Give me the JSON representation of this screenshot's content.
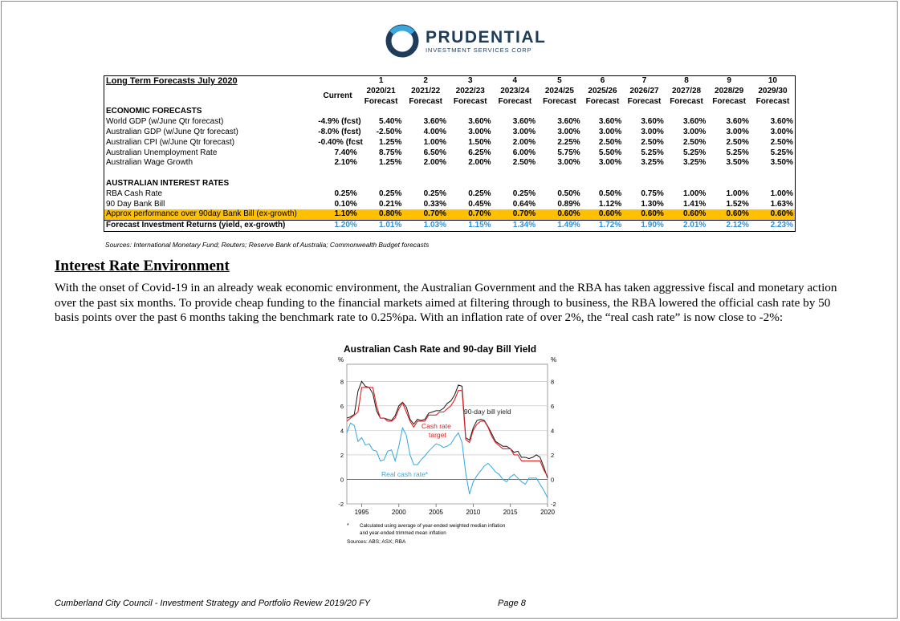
{
  "logo": {
    "name": "PRUDENTIAL",
    "subtitle": "INVESTMENT SERVICES CORP",
    "colors": {
      "ring_dark": "#1f3c5a",
      "ring_light": "#3aa6dd"
    }
  },
  "forecast_table": {
    "title": "Long Term Forecasts July 2020",
    "current_label": "Current",
    "periods": [
      {
        "num": "1",
        "year": "2020/21",
        "label": "Forecast"
      },
      {
        "num": "2",
        "year": "2021/22",
        "label": "Forecast"
      },
      {
        "num": "3",
        "year": "2022/23",
        "label": "Forecast"
      },
      {
        "num": "4",
        "year": "2023/24",
        "label": "Forecast"
      },
      {
        "num": "5",
        "year": "2024/25",
        "label": "Forecast"
      },
      {
        "num": "6",
        "year": "2025/26",
        "label": "Forecast"
      },
      {
        "num": "7",
        "year": "2026/27",
        "label": "Forecast"
      },
      {
        "num": "8",
        "year": "2027/28",
        "label": "Forecast"
      },
      {
        "num": "9",
        "year": "2028/29",
        "label": "Forecast"
      },
      {
        "num": "10",
        "year": "2029/30",
        "label": "Forecast"
      }
    ],
    "section_economic": "ECONOMIC FORECASTS",
    "economic_rows": [
      {
        "label": "World GDP (w/June Qtr forecast)",
        "current": "-4.9% (fcst)",
        "values": [
          "5.40%",
          "3.60%",
          "3.60%",
          "3.60%",
          "3.60%",
          "3.60%",
          "3.60%",
          "3.60%",
          "3.60%",
          "3.60%"
        ]
      },
      {
        "label": "Australian GDP (w/June Qtr forecast)",
        "current": "-8.0% (fcst)",
        "values": [
          "-2.50%",
          "4.00%",
          "3.00%",
          "3.00%",
          "3.00%",
          "3.00%",
          "3.00%",
          "3.00%",
          "3.00%",
          "3.00%"
        ]
      },
      {
        "label": "Australian CPI (w/June Qtr forecast)",
        "current": "-0.40% (fcst",
        "values": [
          "1.25%",
          "1.00%",
          "1.50%",
          "2.00%",
          "2.25%",
          "2.50%",
          "2.50%",
          "2.50%",
          "2.50%",
          "2.50%"
        ]
      },
      {
        "label": "Australian Unemployment Rate",
        "current": "7.40%",
        "values": [
          "8.75%",
          "6.50%",
          "6.25%",
          "6.00%",
          "5.75%",
          "5.50%",
          "5.25%",
          "5.25%",
          "5.25%",
          "5.25%"
        ]
      },
      {
        "label": "Australian Wage Growth",
        "current": "2.10%",
        "values": [
          "1.25%",
          "2.00%",
          "2.00%",
          "2.50%",
          "3.00%",
          "3.00%",
          "3.25%",
          "3.25%",
          "3.50%",
          "3.50%"
        ]
      }
    ],
    "section_interest": "AUSTRALIAN INTEREST RATES",
    "interest_rows": [
      {
        "label": "RBA Cash Rate",
        "current": "0.25%",
        "values": [
          "0.25%",
          "0.25%",
          "0.25%",
          "0.25%",
          "0.50%",
          "0.50%",
          "0.75%",
          "1.00%",
          "1.00%",
          "1.00%"
        ]
      },
      {
        "label": "90 Day Bank Bill",
        "current": "0.10%",
        "values": [
          "0.21%",
          "0.33%",
          "0.45%",
          "0.64%",
          "0.89%",
          "1.12%",
          "1.30%",
          "1.41%",
          "1.52%",
          "1.63%"
        ]
      }
    ],
    "approx_row": {
      "label": "Approx performance over 90day Bank Bill (ex-growth)",
      "current": "1.10%",
      "values": [
        "0.80%",
        "0.70%",
        "0.70%",
        "0.70%",
        "0.60%",
        "0.60%",
        "0.60%",
        "0.60%",
        "0.60%",
        "0.60%"
      ]
    },
    "returns_row": {
      "label": "Forecast Investment Returns (yield, ex-growth)",
      "current": "1.20%",
      "values": [
        "1.01%",
        "1.03%",
        "1.15%",
        "1.34%",
        "1.49%",
        "1.72%",
        "1.90%",
        "2.01%",
        "2.12%",
        "2.23%"
      ]
    },
    "sources": "Sources: International Monetary Fund; Reuters; Reserve Bank of Australia; Commonwealth Budget forecasts",
    "colors": {
      "approx_bg": "#ffc000",
      "returns_text": "#2f8fd8"
    }
  },
  "section": {
    "heading": "Interest Rate Environment",
    "paragraph": "With the onset of Covid-19 in an already weak economic environment, the Australian Government and the RBA has taken aggressive fiscal and monetary action over the past six months.  To provide cheap funding to the financial markets aimed at filtering through to business, the RBA lowered the official cash rate by 50 basis points over the past 6 months taking the benchmark rate to 0.25%pa.  With an inflation rate of over 2%, the “real cash rate” is now close to -2%:"
  },
  "chart_data": {
    "type": "line",
    "title": "Australian Cash Rate and 90-day Bill Yield",
    "ylabel_left": "%",
    "ylabel_right": "%",
    "xlim": [
      1993,
      2020
    ],
    "ylim": [
      -2,
      9
    ],
    "x_ticks": [
      1995,
      2000,
      2005,
      2010,
      2015,
      2020
    ],
    "y_ticks": [
      -2,
      0,
      2,
      4,
      6,
      8
    ],
    "grid": true,
    "series": [
      {
        "name": "90-day bill yield",
        "color": "#1a1a1a",
        "x": [
          1993.0,
          1993.5,
          1994.0,
          1994.5,
          1995.0,
          1995.5,
          1996.0,
          1996.5,
          1997.0,
          1997.5,
          1998.0,
          1998.5,
          1999.0,
          1999.5,
          2000.0,
          2000.5,
          2001.0,
          2001.5,
          2002.0,
          2002.5,
          2003.0,
          2003.5,
          2004.0,
          2004.5,
          2005.0,
          2005.5,
          2006.0,
          2006.5,
          2007.0,
          2007.5,
          2008.0,
          2008.5,
          2009.0,
          2009.5,
          2010.0,
          2010.5,
          2011.0,
          2011.5,
          2012.0,
          2012.5,
          2013.0,
          2013.5,
          2014.0,
          2014.5,
          2015.0,
          2015.5,
          2016.0,
          2016.5,
          2017.0,
          2017.5,
          2018.0,
          2018.5,
          2019.0,
          2019.5,
          2020.0
        ],
        "y": [
          5.0,
          5.1,
          5.3,
          7.2,
          8.0,
          7.6,
          7.5,
          7.0,
          5.6,
          5.0,
          5.0,
          4.9,
          4.8,
          5.2,
          6.0,
          6.3,
          5.9,
          4.9,
          4.5,
          4.9,
          4.8,
          4.9,
          5.4,
          5.5,
          5.6,
          5.6,
          5.8,
          6.2,
          6.4,
          6.9,
          7.7,
          7.6,
          3.4,
          3.2,
          4.2,
          4.8,
          4.9,
          4.8,
          4.3,
          3.7,
          3.1,
          2.9,
          2.7,
          2.7,
          2.5,
          2.2,
          2.3,
          1.8,
          1.8,
          1.7,
          1.8,
          2.0,
          1.8,
          1.0,
          0.1
        ]
      },
      {
        "name": "Cash rate target",
        "color": "#e02020",
        "x": [
          1993.0,
          1994.5,
          1995.0,
          1996.5,
          1997.0,
          1997.5,
          1998.0,
          1998.5,
          1999.0,
          1999.5,
          2000.0,
          2000.5,
          2001.0,
          2001.5,
          2002.0,
          2002.5,
          2003.0,
          2003.5,
          2004.0,
          2005.0,
          2005.5,
          2006.0,
          2006.5,
          2007.0,
          2007.5,
          2008.0,
          2008.5,
          2009.0,
          2009.5,
          2010.0,
          2010.5,
          2011.0,
          2011.5,
          2012.0,
          2012.5,
          2013.0,
          2013.5,
          2014.0,
          2015.0,
          2015.5,
          2016.0,
          2016.5,
          2019.0,
          2019.5,
          2020.0
        ],
        "y": [
          4.75,
          5.5,
          7.5,
          7.5,
          6.0,
          5.0,
          5.0,
          4.75,
          4.75,
          5.0,
          5.75,
          6.25,
          5.5,
          4.75,
          4.25,
          4.75,
          4.75,
          4.75,
          5.25,
          5.25,
          5.5,
          5.5,
          5.75,
          6.0,
          6.5,
          7.25,
          7.25,
          3.25,
          3.0,
          4.0,
          4.5,
          4.75,
          4.75,
          4.25,
          3.5,
          3.0,
          2.75,
          2.5,
          2.5,
          2.0,
          2.0,
          1.5,
          1.5,
          0.75,
          0.25
        ]
      },
      {
        "name": "Real cash rate*",
        "color": "#2fa8e0",
        "x": [
          1993.0,
          1993.5,
          1994.0,
          1994.5,
          1995.0,
          1995.5,
          1996.0,
          1996.5,
          1997.0,
          1997.5,
          1998.0,
          1998.5,
          1999.0,
          1999.5,
          2000.0,
          2000.5,
          2001.0,
          2001.5,
          2002.0,
          2002.5,
          2003.0,
          2003.5,
          2004.0,
          2004.5,
          2005.0,
          2005.5,
          2006.0,
          2006.5,
          2007.0,
          2007.5,
          2008.0,
          2008.5,
          2009.0,
          2009.5,
          2010.0,
          2010.5,
          2011.0,
          2011.5,
          2012.0,
          2012.5,
          2013.0,
          2013.5,
          2014.0,
          2014.5,
          2015.0,
          2015.5,
          2016.0,
          2016.5,
          2017.0,
          2017.5,
          2018.0,
          2018.5,
          2019.0,
          2019.5,
          2020.0
        ],
        "y": [
          3.8,
          4.6,
          4.4,
          3.1,
          3.4,
          2.8,
          2.9,
          2.4,
          2.3,
          1.5,
          1.6,
          2.3,
          2.4,
          1.5,
          2.7,
          4.2,
          3.6,
          2.0,
          1.2,
          1.2,
          1.6,
          1.9,
          2.3,
          2.6,
          2.9,
          2.8,
          2.6,
          2.7,
          2.9,
          3.4,
          3.8,
          3.0,
          0.5,
          -1.2,
          -0.2,
          0.3,
          0.7,
          1.1,
          1.3,
          1.0,
          0.6,
          0.4,
          0.0,
          -0.2,
          0.2,
          0.4,
          0.1,
          -0.2,
          -0.4,
          0.1,
          0.1,
          0.1,
          -0.4,
          -0.9,
          -1.5
        ]
      }
    ],
    "labels": {
      "bill": "90-day bill yield",
      "cash_line1": "Cash rate",
      "cash_line2": "target",
      "real": "Real cash rate*"
    },
    "footnote_marker": "*",
    "footnote_line1": "Calculated using average of year-ended weighted median inflation",
    "footnote_line2": "and year-ended trimmed mean inflation",
    "sources": "Sources: ABS; ASX; RBA"
  },
  "footer": {
    "left": "Cumberland City Council - Investment Strategy and Portfolio Review 2019/20 FY",
    "right": "Page 8"
  }
}
